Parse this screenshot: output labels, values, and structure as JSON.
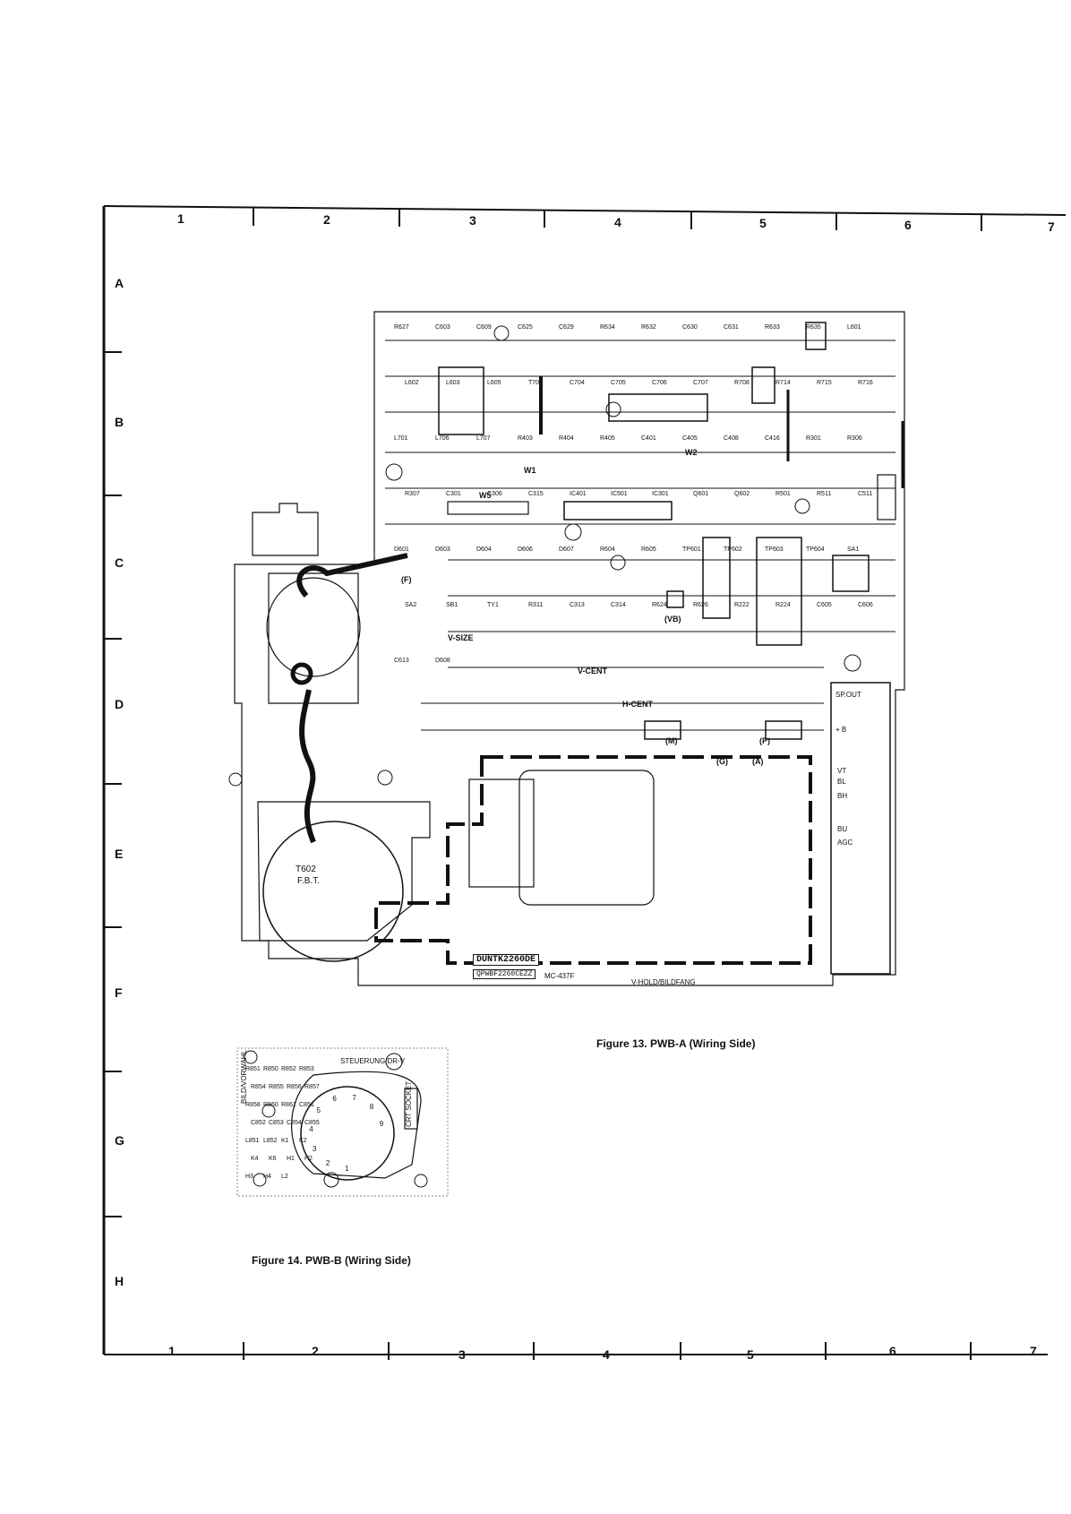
{
  "grid": {
    "columns_top": [
      "1",
      "2",
      "3",
      "4",
      "5",
      "6",
      "7"
    ],
    "columns_bottom": [
      "1",
      "2",
      "3",
      "4",
      "5",
      "6",
      "7"
    ],
    "rows": [
      "A",
      "B",
      "C",
      "D",
      "E",
      "F",
      "G",
      "H"
    ]
  },
  "figure13": {
    "caption": "Figure 13. PWB-A (Wiring Side)",
    "board_label": "DUNTK2260DE",
    "board_sublabel": "QPWBF2260CEZZ",
    "model_label": "MC-437F",
    "transformer_label": "T602",
    "transformer_sub": "F.B.T.",
    "connector_labels": [
      "(F)",
      "(VB)",
      "(M)",
      "(P)",
      "(G)",
      "(A)",
      "V-SIZE",
      "V-CENT",
      "H-CENT",
      "W1",
      "W2",
      "W5"
    ],
    "side_panel_labels": [
      "SP.OUT",
      "+ B",
      "VT",
      "BL",
      "BH",
      "BU",
      "AGC"
    ],
    "hold_label": "V-HOLD/BILDFANG",
    "part_labels": [
      "R627",
      "C603",
      "C609",
      "C625",
      "C629",
      "R634",
      "R632",
      "C630",
      "C631",
      "R633",
      "R635",
      "L601",
      "L602",
      "L603",
      "L605",
      "T701",
      "C704",
      "C705",
      "C706",
      "C707",
      "R708",
      "R714",
      "R715",
      "R716",
      "L701",
      "L706",
      "L707",
      "R403",
      "R404",
      "R405",
      "C401",
      "C405",
      "C408",
      "C416",
      "R301",
      "R306",
      "R307",
      "C301",
      "C306",
      "C315",
      "IC401",
      "IC501",
      "IC301",
      "Q601",
      "Q602",
      "R501",
      "R511",
      "C511",
      "D601",
      "D603",
      "D604",
      "D606",
      "D607",
      "R604",
      "R605",
      "TP601",
      "TP602",
      "TP603",
      "TP604",
      "SA1",
      "SA2",
      "SB1",
      "TY1",
      "R311",
      "C313",
      "C314",
      "R624",
      "R626",
      "R222",
      "R224",
      "C605",
      "C606",
      "C613",
      "D608"
    ]
  },
  "figure14": {
    "caption": "Figure 14. PWB-B (Wiring Side)",
    "header_label": "STEUERUNG/DR-V",
    "part_labels": [
      "R851",
      "R850",
      "R852",
      "R853",
      "R854",
      "R855",
      "R856",
      "R857",
      "R858",
      "R860",
      "R861",
      "C851",
      "C852",
      "C853",
      "C854",
      "C855",
      "L851",
      "L852",
      "K1",
      "K2",
      "K4",
      "K6",
      "H1",
      "H2",
      "H3",
      "H4",
      "L2"
    ],
    "socket_pins": [
      "1",
      "2",
      "3",
      "4",
      "5",
      "6",
      "7",
      "8",
      "9"
    ],
    "vert_label": "BILD/VORWAHL",
    "pin_label": "CRT SOCKET"
  }
}
